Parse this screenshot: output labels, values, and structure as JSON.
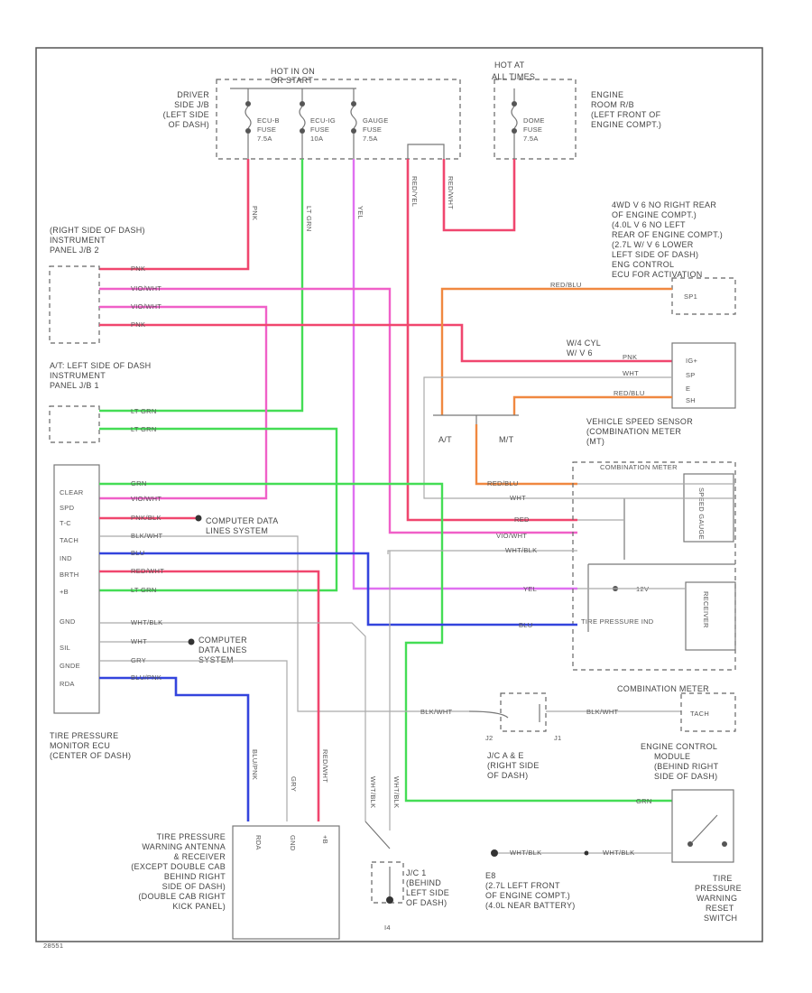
{
  "colors": {
    "red": "#f0466e",
    "pink": "#f060c8",
    "violet": "#e070f0",
    "green": "#44dd55",
    "blue": "#3344dd",
    "orange": "#f08840",
    "gray": "#aaaaaa"
  },
  "components": {
    "fusebox": {
      "title_1": "HOT IN ON",
      "title_2": "OR START",
      "location": [
        "DRIVER",
        "SIDE J/B",
        "(LEFT SIDE",
        "OF DASH)"
      ]
    },
    "fuse1": {
      "name": [
        "ECU-B",
        "FUSE",
        "7.5A"
      ]
    },
    "fuse2": {
      "name": [
        "ECU-IG",
        "FUSE",
        "10A"
      ]
    },
    "fuse3": {
      "name": [
        "GAUGE",
        "FUSE",
        "7.5A"
      ]
    },
    "hotat": {
      "title_1": "HOT AT",
      "title_2": "ALL TIMES"
    },
    "fuse4": {
      "name": [
        "DOME",
        "FUSE",
        "7.5A"
      ]
    },
    "engine_room": {
      "location": [
        "ENGINE",
        "ROOM R/B",
        "(LEFT FRONT OF",
        "ENGINE COMPT.)"
      ]
    },
    "ip2": {
      "location": [
        "(RIGHT SIDE OF DASH)",
        "INSTRUMENT",
        "PANEL J/B 2"
      ]
    },
    "ip1": {
      "location": [
        "A/T: LEFT SIDE OF DASH",
        "INSTRUMENT",
        "PANEL J/B 1"
      ]
    },
    "sw_loc": {
      "lines": [
        "4WD V 6 NO RIGHT REAR",
        "OF ENGINE COMPT.)",
        "(4.0L V 6 NO LEFT",
        "REAR OF ENGINE COMPT.)",
        "(2.7L W/ V 6 LOWER",
        "LEFT SIDE OF DASH)",
        "ENG CONTROL",
        "ECU FOR ACTIVATION"
      ]
    },
    "sw_v6": {
      "lines": [
        "W/4 CYL",
        "W/ V 6"
      ]
    },
    "box_sp1": {
      "label": "SP1"
    },
    "box_b": {
      "labels": [
        "IG+",
        "SP",
        "E",
        "SH"
      ]
    },
    "at_mt": {
      "at": "A/T",
      "mt": "M/T"
    },
    "vss": {
      "lines": [
        "VEHICLE SPEED SENSOR",
        "(COMBINATION METER",
        "(MT)"
      ]
    },
    "meter": {
      "title": "COMBINATION METER",
      "gauge": "SPEED GAUGE",
      "warn": "TIRE PRESSURE IND",
      "lamp": [
        "RECEIVER"
      ],
      "lamp_pins": "12V"
    },
    "ecu": {
      "pins": [
        "CLEAR",
        "SPD",
        "T-C",
        "TACH",
        "IND",
        "BRTH",
        "+B",
        "GND",
        "SIL",
        "GNDE",
        "RDA"
      ],
      "location": [
        "TIRE PRESSURE",
        "MONITOR ECU",
        "(CENTER OF DASH)"
      ]
    },
    "comp_data": {
      "lines": [
        "COMPUTER DATA",
        "LINES SYSTEM"
      ]
    },
    "comp_data2": {
      "lines": [
        "COMPUTER",
        "DATA LINES",
        "SYSTEM"
      ]
    },
    "jc": {
      "lines": [
        "J/C A & E",
        "(RIGHT SIDE",
        "OF DASH)"
      ],
      "pins": [
        "J2",
        "J1"
      ]
    },
    "ecm": {
      "title": "COMBINATION METER",
      "pin": "TACH",
      "lines": [
        "ENGINE CONTROL",
        "MODULE",
        "(BEHIND RIGHT",
        "SIDE OF DASH)"
      ]
    },
    "antenna": {
      "pins": [
        "RDA",
        "GND",
        "+B"
      ],
      "lines": [
        "TIRE PRESSURE",
        "WARNING ANTENNA",
        "& RECEIVER",
        "(EXCEPT DOUBLE CAB",
        "BEHIND RIGHT",
        "SIDE OF DASH)",
        "(DOUBLE CAB RIGHT",
        "KICK PANEL)"
      ]
    },
    "jc1": {
      "lines": [
        "J/C 1",
        "(BEHIND",
        "LEFT SIDE",
        "OF DASH)"
      ],
      "pin": "I4"
    },
    "ground": {
      "lines": [
        "E8",
        "(2.7L LEFT FRONT",
        "OF ENGINE COMPT.)",
        "(4.0L NEAR BATTERY)"
      ],
      "w1": "WHT/BLK",
      "w2": "WHT/BLK"
    },
    "reset_sw": {
      "lines": [
        "TIRE",
        "PRESSURE",
        "WARNING",
        "RESET",
        "SWITCH"
      ]
    },
    "footer": "28551"
  },
  "wires": {
    "pnk": "PNK",
    "ltgrn": "LT GRN",
    "yel": "YEL",
    "redyel": "RED/YEL",
    "redwht": "RED/WHT",
    "ip2_1": "PNK",
    "ip2_2": "VIO/WHT",
    "ip2_3": "VIO/WHT",
    "ip2_4": "PNK",
    "ip1_1": "LT GRN",
    "ip1_2": "LT GRN",
    "red_blu": "RED/BLU",
    "pnk_w": "PNK",
    "wht": "WHT",
    "redblu2": "RED/BLU",
    "grn": "GRN",
    "viowht": "VIO/WHT",
    "pnkblk": "PNK/BLK",
    "blkwht": "BLK/WHT",
    "blu": "BLU",
    "redwht2": "RED/WHT",
    "ltgrn2": "LT GRN",
    "whtblk": "WHT/BLK",
    "wht2": "WHT",
    "gry": "GRY",
    "blupnk": "BLU/PNK",
    "m_redblu": "RED/BLU",
    "m_wht": "WHT",
    "m_red": "RED",
    "m_viowht": "VIO/WHT",
    "m_whtblk": "WHT/BLK",
    "m_yel": "YEL",
    "m_blu": "BLU",
    "blkwht_a": "BLK/WHT",
    "blkwht_b": "BLK/WHT",
    "grn_b": "GRN",
    "a_blupnk": "BLU/PNK",
    "a_gry": "GRY",
    "a_redwht": "RED/WHT",
    "w_whtblk1": "WHT/BLK",
    "w_whtblk2": "WHT/BLK"
  }
}
